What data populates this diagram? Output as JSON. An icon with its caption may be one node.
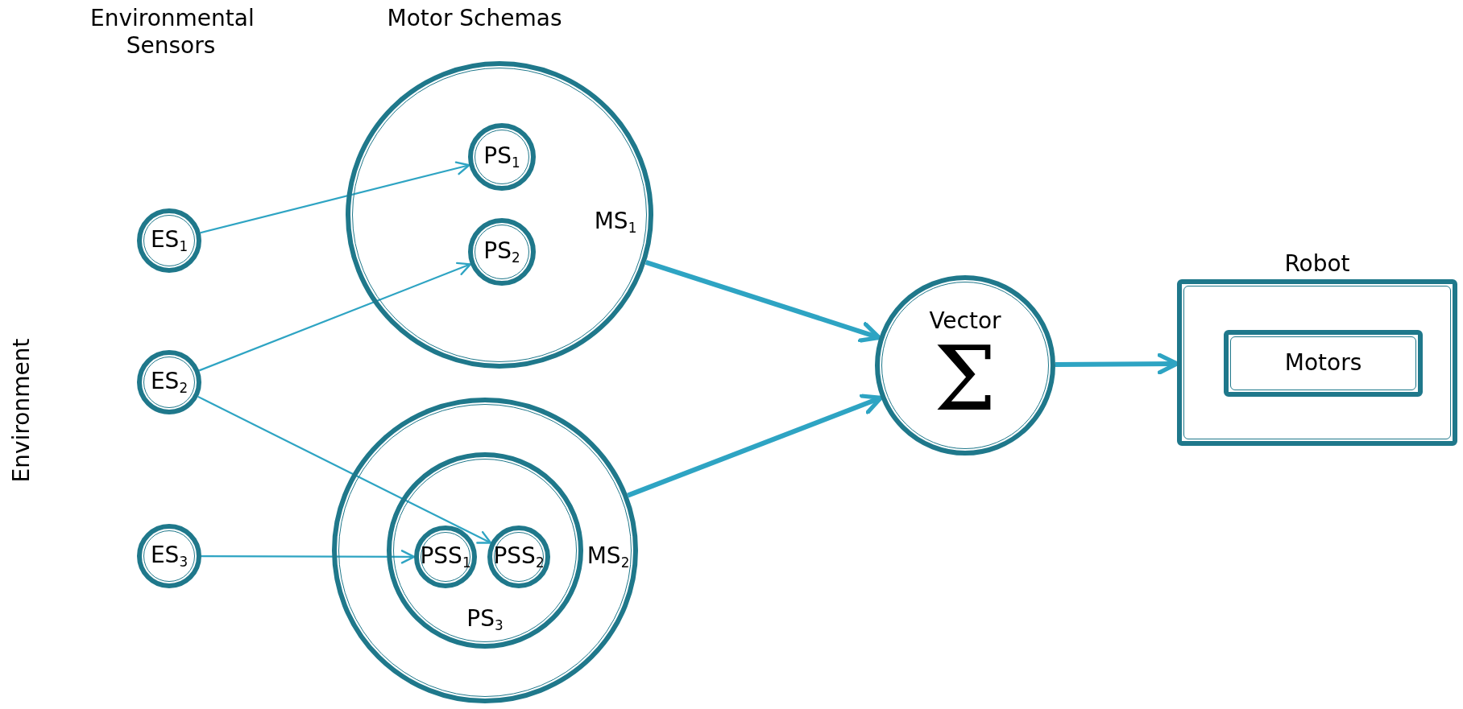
{
  "diagram": {
    "nodes": [
      {
        "text": [
          "ES$_{1}$"
        ]
      },
      {
        "text": [
          "ES$_{2}$"
        ]
      },
      {
        "text": [
          "ES$_{3}$"
        ]
      },
      {
        "text": [
          "MS$_{1}$"
        ]
      },
      {
        "text": [
          "PS$_{1}$"
        ],
        "in": 3
      },
      {
        "text": [
          "PS$_{2}$"
        ],
        "in": 3
      },
      {
        "text": [
          "MS$_{2}$"
        ]
      },
      {
        "text": [
          "PS$_{3}$"
        ],
        "in": 6
      },
      {
        "text": [
          "PSS$_{1}$"
        ],
        "in": 7
      },
      {
        "text": [
          "PSS$_{2}$"
        ],
        "in": 7
      },
      {
        "text": [
          "Vector",
          "Σ"
        ]
      },
      {
        "text": [
          "Robot"
        ]
      },
      {
        "text": [
          "Motors"
        ],
        "in": 11
      }
    ],
    "edges": [
      {
        "from": 0,
        "to": 4,
        "arrow": "to"
      },
      {
        "from": 1,
        "to": 5,
        "arrow": "to"
      },
      {
        "from": 1,
        "to": 9,
        "arrow": "to"
      },
      {
        "from": 2,
        "to": 8,
        "arrow": "to"
      },
      {
        "from": 3,
        "to": 10,
        "arrow": "to",
        "style": "thick"
      },
      {
        "from": 6,
        "to": 10,
        "arrow": "to",
        "style": "thick"
      },
      {
        "from": 10,
        "to": 11,
        "arrow": "to",
        "style": "thick"
      }
    ],
    "labels": [
      "Environmental Sensors",
      "Motor Schemas",
      "Environment"
    ]
  }
}
